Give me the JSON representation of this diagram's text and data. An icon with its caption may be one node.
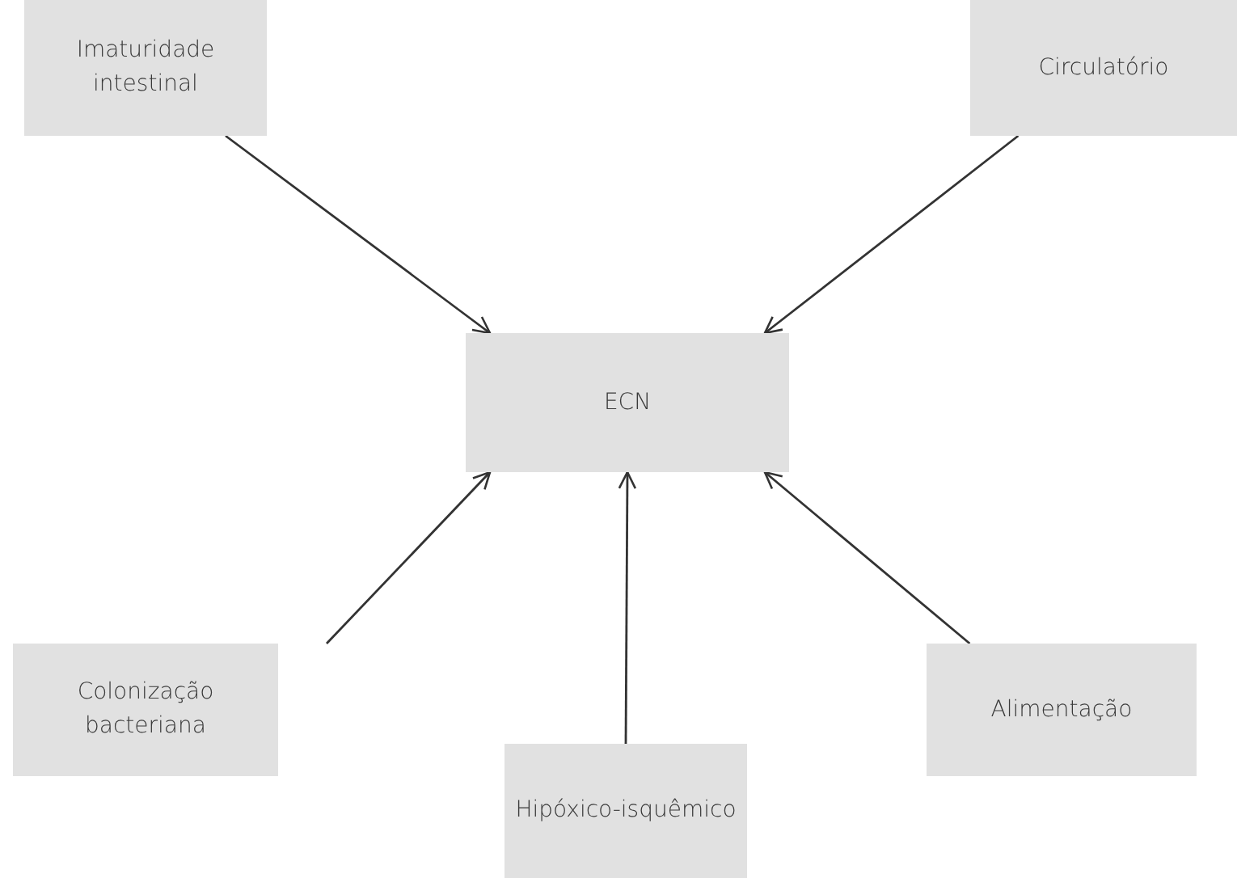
{
  "diagram": {
    "nodes": [
      {
        "text": [
          "Imaturidade intestinal"
        ]
      },
      {
        "text": [
          "Circulatório"
        ]
      },
      {
        "text": [
          "ECN"
        ]
      },
      {
        "text": [
          "Colonização bacteriana"
        ]
      },
      {
        "text": [
          "Hipóxico-isquêmico"
        ]
      },
      {
        "text": [
          "Alimentação"
        ]
      }
    ],
    "edges": [
      {
        "from": 0,
        "to": 2,
        "arrow": "to"
      },
      {
        "from": 1,
        "to": 2,
        "arrow": "to"
      },
      {
        "from": 3,
        "to": 2,
        "arrow": "to"
      },
      {
        "from": 4,
        "to": 2,
        "arrow": "to"
      },
      {
        "from": 5,
        "to": 2,
        "arrow": "to"
      }
    ]
  }
}
